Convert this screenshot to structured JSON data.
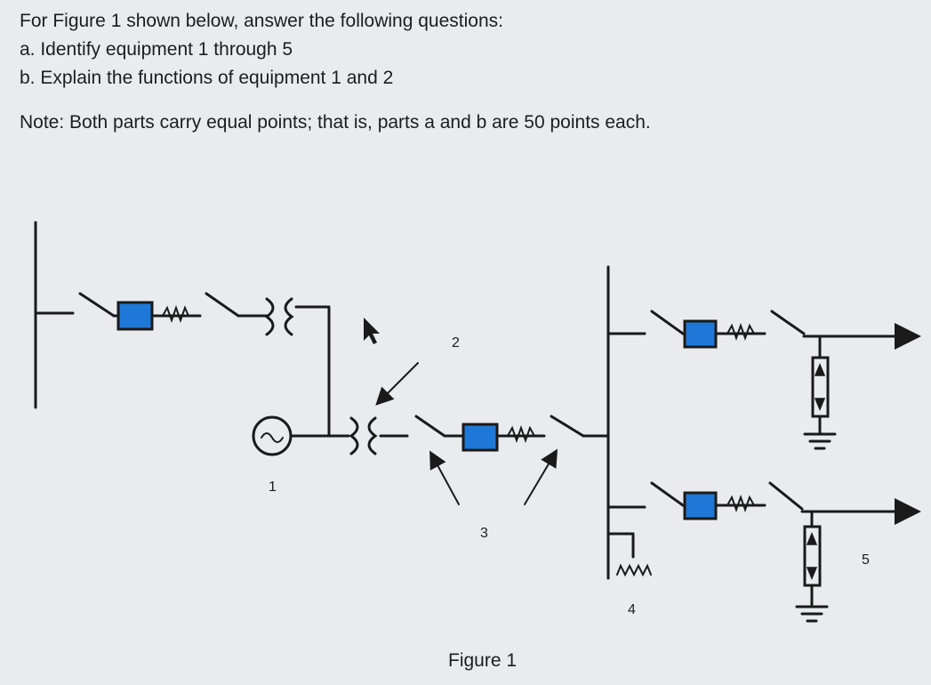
{
  "question": {
    "intro": "For Figure 1 shown below, answer the following questions:",
    "part_a": "a. Identify equipment 1 through 5",
    "part_b": "b. Explain the functions of equipment 1 and 2",
    "note": "Note: Both parts carry equal points; that is, parts a and b are 50 points each."
  },
  "figure": {
    "caption": "Figure 1",
    "labels": [
      "1",
      "2",
      "3",
      "4",
      "5"
    ],
    "colors": {
      "line": "#1a1a1a",
      "breaker_fill": "#1f78d8",
      "arrow": "#1a1a1a"
    }
  }
}
